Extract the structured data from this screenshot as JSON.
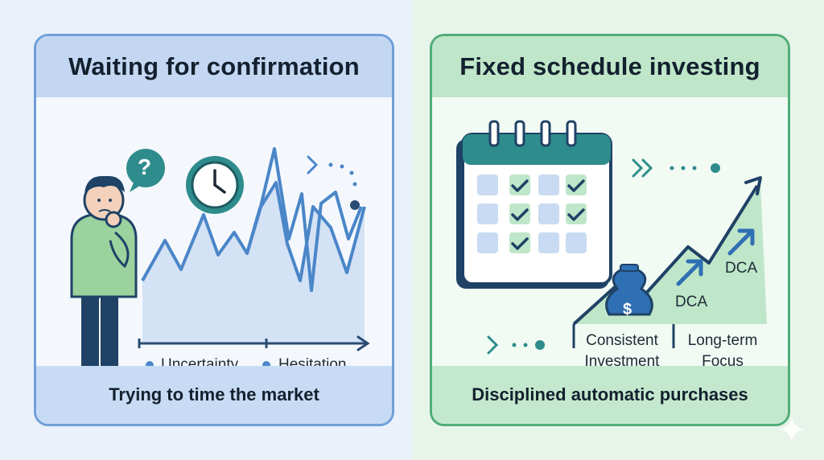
{
  "left_panel": {
    "title": "Waiting for confirmation",
    "footer": "Trying to time the market",
    "legend": [
      "Uncertainty",
      "Hesitation"
    ],
    "question_mark": "?",
    "accent_color": "#4a86c8"
  },
  "right_panel": {
    "title": "Fixed schedule investing",
    "footer": "Disciplined automatic purchases",
    "dca_labels": [
      "DCA",
      "DCA"
    ],
    "money_symbol": "$",
    "labels": [
      {
        "line1": "Consistent",
        "line2": "Investment"
      },
      {
        "line1": "Long-term",
        "line2": "Focus"
      }
    ],
    "accent_color": "#3aa36a"
  }
}
